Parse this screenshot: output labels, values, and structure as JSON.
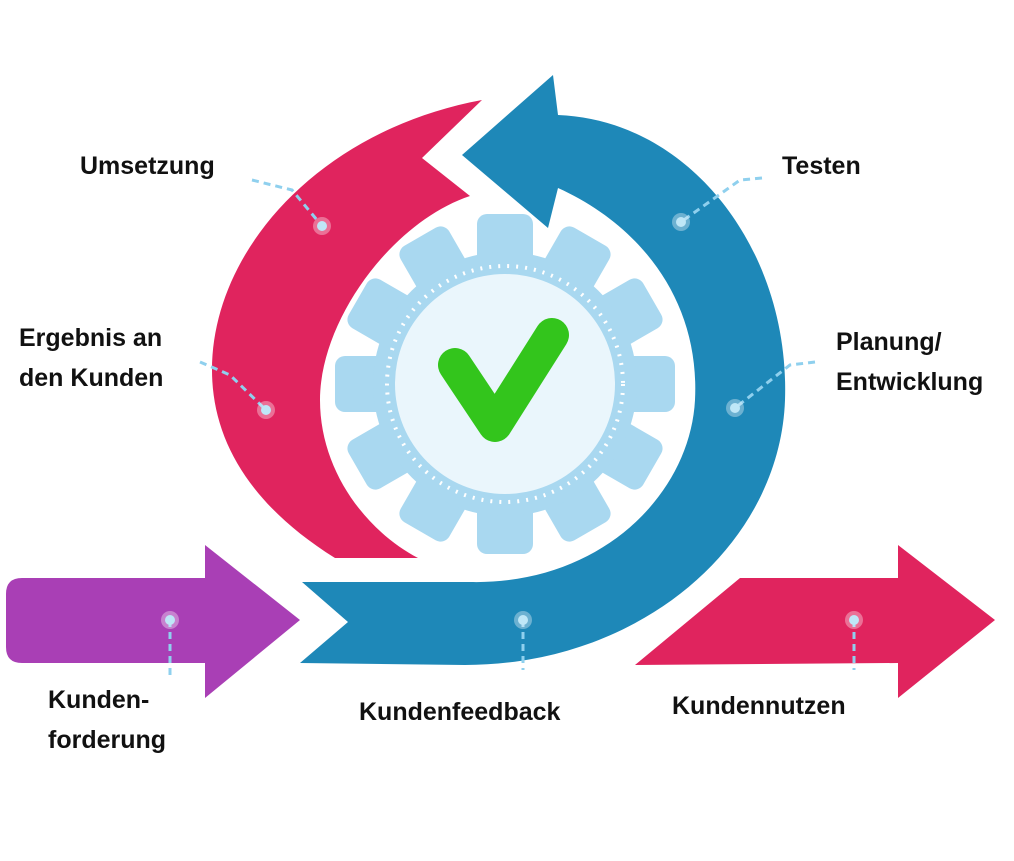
{
  "labels": {
    "umsetzung": "Umsetzung",
    "testen": "Testen",
    "ergebnis_line1": "Ergebnis an",
    "ergebnis_line2": "den Kunden",
    "planung_line1": "Planung/",
    "planung_line2": "Entwicklung",
    "kundenforderung_line1": "Kunden-",
    "kundenforderung_line2": "forderung",
    "kundenfeedback": "Kundenfeedback",
    "kundennutzen": "Kundennutzen"
  },
  "colors": {
    "pink": "#E0245E",
    "blue": "#1E88B8",
    "purple": "#A93FB5",
    "gear": "#A9D8F0",
    "gear_inner": "#EAF6FC",
    "check": "#33C51C",
    "connector": "#8FD0EE"
  },
  "icons": {
    "center": "gear-check-icon"
  }
}
